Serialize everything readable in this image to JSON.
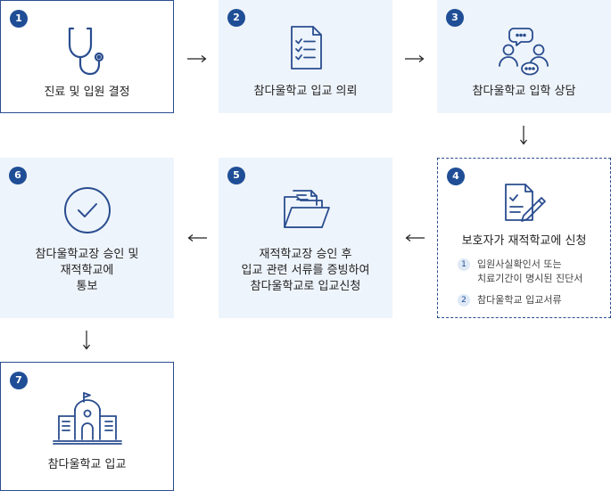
{
  "steps": [
    {
      "num": "1",
      "label": "진료 및 입원 결정"
    },
    {
      "num": "2",
      "label": "참다울학교 입교 의뢰"
    },
    {
      "num": "3",
      "label": "참다울학교 입학 상담"
    },
    {
      "num": "4",
      "label": "보호자가 재적학교에 신청",
      "sub_items": [
        {
          "num": "1",
          "line1": "입원사실확인서 또는",
          "line2": "치료기간이 명시된 진단서"
        },
        {
          "num": "2",
          "line1": "참다울학교 입교서류",
          "line2": ""
        }
      ]
    },
    {
      "num": "5",
      "line1": "재적학교장 승인 후",
      "line2": "입교 관련 서류를 증빙하여",
      "line3": "참다울학교로 입교신청"
    },
    {
      "num": "6",
      "line1": "참다울학교장 승인 및",
      "line2": "재적학교에",
      "line3": "통보"
    },
    {
      "num": "7",
      "label": "참다울학교 입교"
    }
  ],
  "icons": {
    "step1": "stethoscope-icon",
    "step2": "checklist-icon",
    "step3": "consultation-icon",
    "step4": "application-form-icon",
    "step5": "folder-icon",
    "step6": "check-circle-icon",
    "step7": "school-icon"
  },
  "colors": {
    "accent": "#1f4e96",
    "box_fill": "#eef4fb",
    "border": "#2a4d8f",
    "icon_stroke": "#2a4d8f"
  }
}
